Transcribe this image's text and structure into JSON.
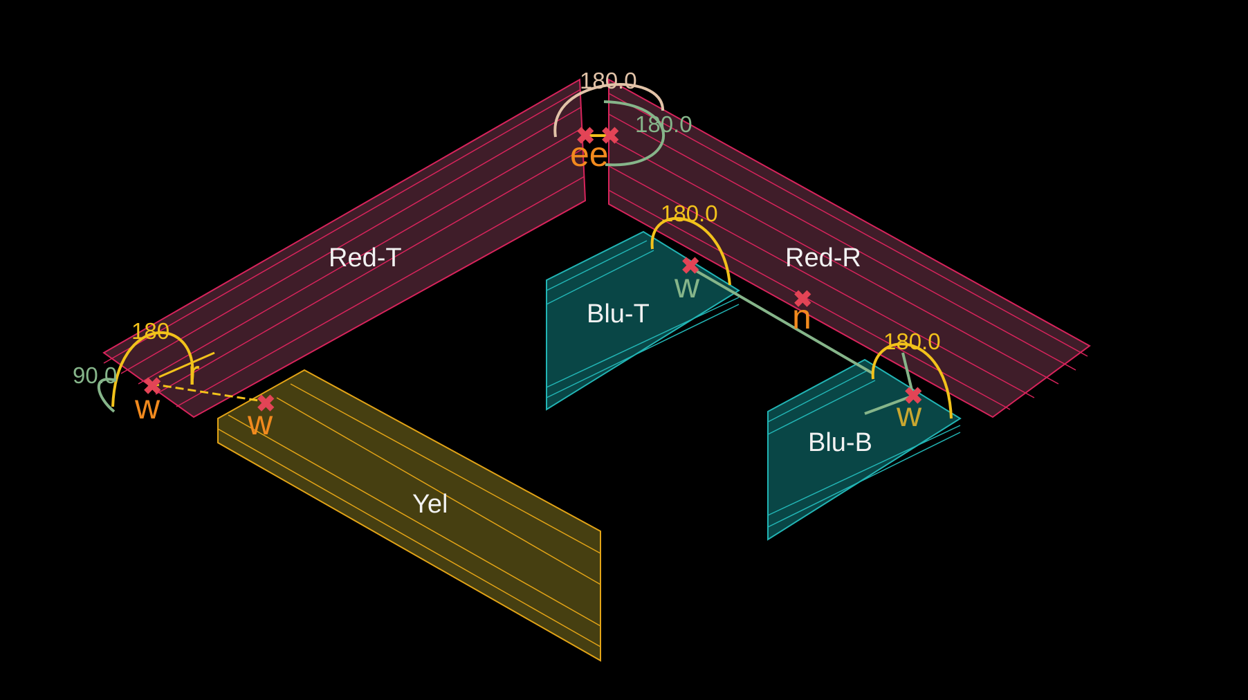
{
  "colors": {
    "background": "#000000",
    "red_part_fill": "#4a2230",
    "red_part_edge": "#d8245c",
    "blue_part_fill": "#0a4a4a",
    "blue_part_edge": "#22b5b5",
    "yellow_part_fill": "#4a4212",
    "yellow_part_edge": "#e3a417",
    "marker": "#e34456",
    "glyph": "#f28a1e",
    "arc_yellow": "#f2c21b",
    "arc_green": "#86b58a",
    "arc_beige": "#e2c3a8"
  },
  "parts": {
    "red_t": "Red-T",
    "red_r": "Red-R",
    "blu_t": "Blu-T",
    "blu_b": "Blu-B",
    "yel": "Yel"
  },
  "annotations": {
    "top_angle_1": "180.0",
    "top_angle_2": "180.0",
    "top_glyph": "ee",
    "left_angle_1": "180",
    "left_angle_2": "90.0",
    "left_glyph_w1": "w",
    "left_glyph_r": "r",
    "left_glyph_w2": "w",
    "mid_angle": "180.0",
    "mid_glyph_w": "w",
    "mid_glyph_n": "n",
    "right_angle": "180.0",
    "right_glyph_w": "w"
  },
  "icons": {
    "marker_icon": "cross-mark"
  }
}
